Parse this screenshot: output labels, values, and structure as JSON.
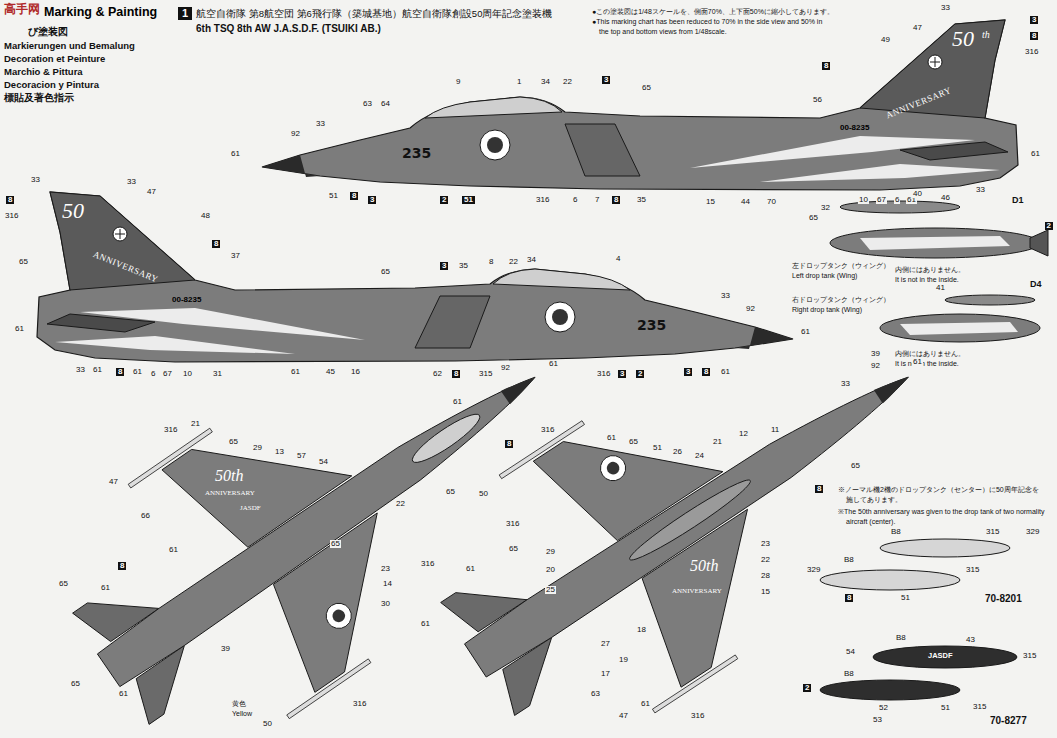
{
  "diagram": {
    "title": "Marking & Painting",
    "labels": [
      "高手网",
      "び塗装図",
      "Markierungen und Bemalung",
      "Decoration et Peinture",
      "Marchio & Pittura",
      "Decoracion y Pintura",
      "標貼及著色指示",
      "1",
      "航空自衛隊 第8航空団 第6飛行隊（築城基地）航空自衛隊創設50周年記念塗装機",
      "6th TSQ 8th AW J.A.S.D.F. (TSUIKI AB.)",
      "●この塗装図は1/48スケールを、側面70%、上下面50%に縮小してあります。",
      "●This marking chart has been reduced to 70% in the side view and 50% in",
      "the top and bottom views from 1/48scale.",
      "※ノーマル機2機のドロップタンク（センター）に50周年記念を",
      "施してあります。",
      "※The 50th anniversary was given to the drop tank of two normality",
      "aircraft (center).",
      "左ドロップタンク（ウィング）",
      "Left drop tank (Wing)",
      "内側にはありません。",
      "It is not in the inside.",
      "右ドロップタンク（ウィング）",
      "Right drop tank (Wing)",
      "内側にはありません。",
      "It is not in the inside.",
      "D1",
      "D4",
      "70-8201",
      "70-8277",
      "黄色",
      "Yellow",
      "235",
      "235",
      "00-8235",
      "00-8235",
      "50",
      "th",
      "ANNIVERSARY",
      "50",
      "ANNIVERSARY",
      "JASDF",
      "50th",
      "ANNIVERSARY",
      "50th",
      "ANNIVERSARY",
      "JASDF",
      "63",
      "64",
      "9",
      "1",
      "34",
      "22",
      "3",
      "65",
      "33",
      "92",
      "61",
      "8",
      "56",
      "33",
      "49",
      "47",
      "3",
      "8",
      "316",
      "61",
      "51",
      "8",
      "3",
      "2",
      "51",
      "316",
      "6",
      "7",
      "8",
      "35",
      "15",
      "44",
      "70",
      "32",
      "10",
      "67",
      "6",
      "61",
      "46",
      "33",
      "33",
      "33",
      "47",
      "8",
      "316",
      "48",
      "65",
      "8",
      "37",
      "65",
      "3",
      "35",
      "8",
      "22",
      "34",
      "4",
      "33",
      "92",
      "61",
      "61",
      "33",
      "61",
      "8",
      "61",
      "6",
      "67",
      "10",
      "31",
      "61",
      "45",
      "16",
      "62",
      "8",
      "315",
      "316",
      "3",
      "2",
      "3",
      "8",
      "61",
      "92",
      "61",
      "61",
      "8",
      "316",
      "21",
      "65",
      "29",
      "13",
      "57",
      "54",
      "47",
      "65",
      "22",
      "66",
      "61",
      "65",
      "8",
      "61",
      "65",
      "23",
      "14",
      "30",
      "39",
      "65",
      "61",
      "316",
      "50",
      "316",
      "61",
      "65",
      "51",
      "26",
      "24",
      "21",
      "12",
      "11",
      "33",
      "92",
      "61",
      "8",
      "65",
      "50",
      "316",
      "65",
      "29",
      "20",
      "25",
      "23",
      "22",
      "28",
      "15",
      "61",
      "316",
      "61",
      "27",
      "19",
      "17",
      "18",
      "63",
      "47",
      "61",
      "316",
      "65",
      "40",
      "2",
      "41",
      "39",
      "B8",
      "315",
      "329",
      "B8",
      "329",
      "8",
      "51",
      "315",
      "B8",
      "43",
      "54",
      "315",
      "2",
      "B8",
      "315",
      "51",
      "52",
      "53"
    ]
  }
}
